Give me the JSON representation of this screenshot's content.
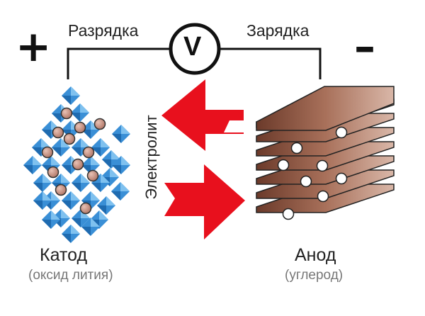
{
  "labels": {
    "discharge": "Разрядка",
    "charge": "Зарядка",
    "voltmeter": "V",
    "plus": "+",
    "minus": "–",
    "electrolyte": "Электролит",
    "cathode": "Катод",
    "cathode_sub": "(оксид лития)",
    "anode": "Анод",
    "anode_sub": "(углерод)"
  },
  "colors": {
    "wire": "#111111",
    "crystal": "#3a8fd6",
    "ion_cathode": "#c48b7a",
    "ion_anode": "#ffffff",
    "arrow": "#e8101d",
    "graphite_layer": "#9b5b45"
  },
  "icons": [
    "voltmeter-icon",
    "plus-icon",
    "minus-icon"
  ]
}
